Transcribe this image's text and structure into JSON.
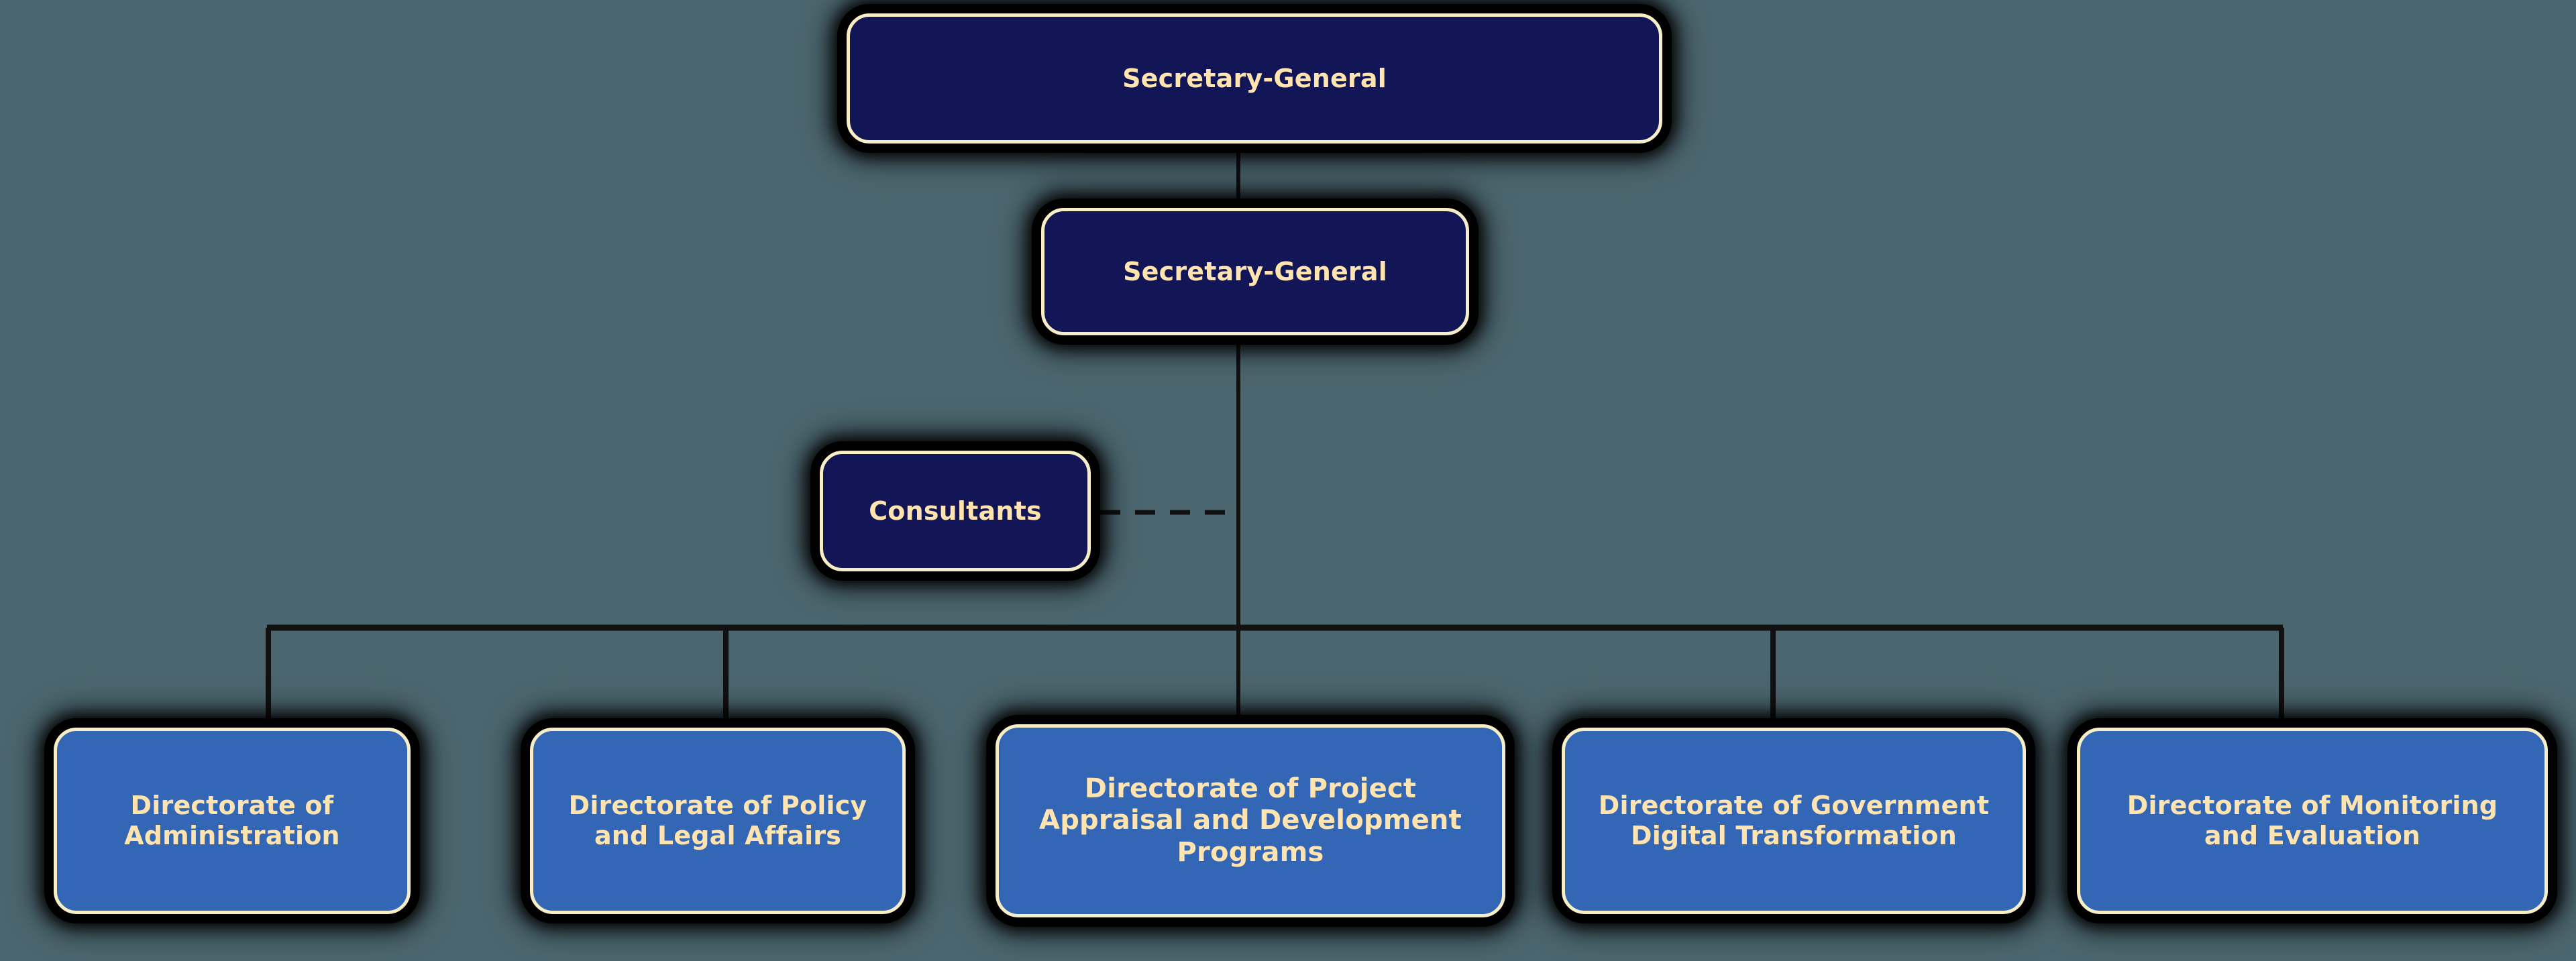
{
  "chart_data": {
    "type": "diagram",
    "diagram_type": "organizational-chart",
    "title": "",
    "orientation": "top-down",
    "background_color": "#4c666f",
    "node_colors": {
      "executive": "#121556",
      "directorate": "#3366b5",
      "border": "#f7eec8",
      "text": "#ffe4b0",
      "connector": "#000000"
    },
    "nodes": [
      {
        "id": "sg-top",
        "label": "Secretary-General",
        "level": 0,
        "style": "executive"
      },
      {
        "id": "sg-second",
        "label": "Secretary-General",
        "level": 1,
        "style": "executive"
      },
      {
        "id": "consultants",
        "label": "Consultants",
        "level": 2,
        "style": "executive"
      },
      {
        "id": "d1",
        "label": "Directorate of\nAdministration",
        "level": 3,
        "style": "directorate"
      },
      {
        "id": "d2",
        "label": "Directorate of Policy\nand Legal Affairs",
        "level": 3,
        "style": "directorate"
      },
      {
        "id": "d3",
        "label": "Directorate of Project\nAppraisal and Development\nPrograms",
        "level": 3,
        "style": "directorate"
      },
      {
        "id": "d4",
        "label": "Directorate of Government\nDigital Transformation",
        "level": 3,
        "style": "directorate"
      },
      {
        "id": "d5",
        "label": "Directorate of Monitoring\nand Evaluation",
        "level": 3,
        "style": "directorate"
      }
    ],
    "edges": [
      {
        "from": "sg-top",
        "to": "sg-second",
        "style": "solid"
      },
      {
        "from": "sg-second",
        "to": "d1",
        "style": "solid"
      },
      {
        "from": "sg-second",
        "to": "d2",
        "style": "solid"
      },
      {
        "from": "sg-second",
        "to": "d3",
        "style": "solid"
      },
      {
        "from": "sg-second",
        "to": "d4",
        "style": "solid"
      },
      {
        "from": "sg-second",
        "to": "d5",
        "style": "solid"
      },
      {
        "from": "consultants",
        "to": "sg-second",
        "style": "dashed"
      }
    ]
  },
  "nodes": {
    "sg_top": {
      "label": "Secretary-General"
    },
    "sg_second": {
      "label": "Secretary-General"
    },
    "consultants": {
      "label": "Consultants"
    },
    "d1": {
      "label": "Directorate of\nAdministration"
    },
    "d2": {
      "label": "Directorate of Policy\nand Legal Affairs"
    },
    "d3": {
      "label": "Directorate of Project\nAppraisal and Development\nPrograms"
    },
    "d4": {
      "label": "Directorate of Government\nDigital Transformation"
    },
    "d5": {
      "label": "Directorate of Monitoring\nand Evaluation"
    }
  }
}
